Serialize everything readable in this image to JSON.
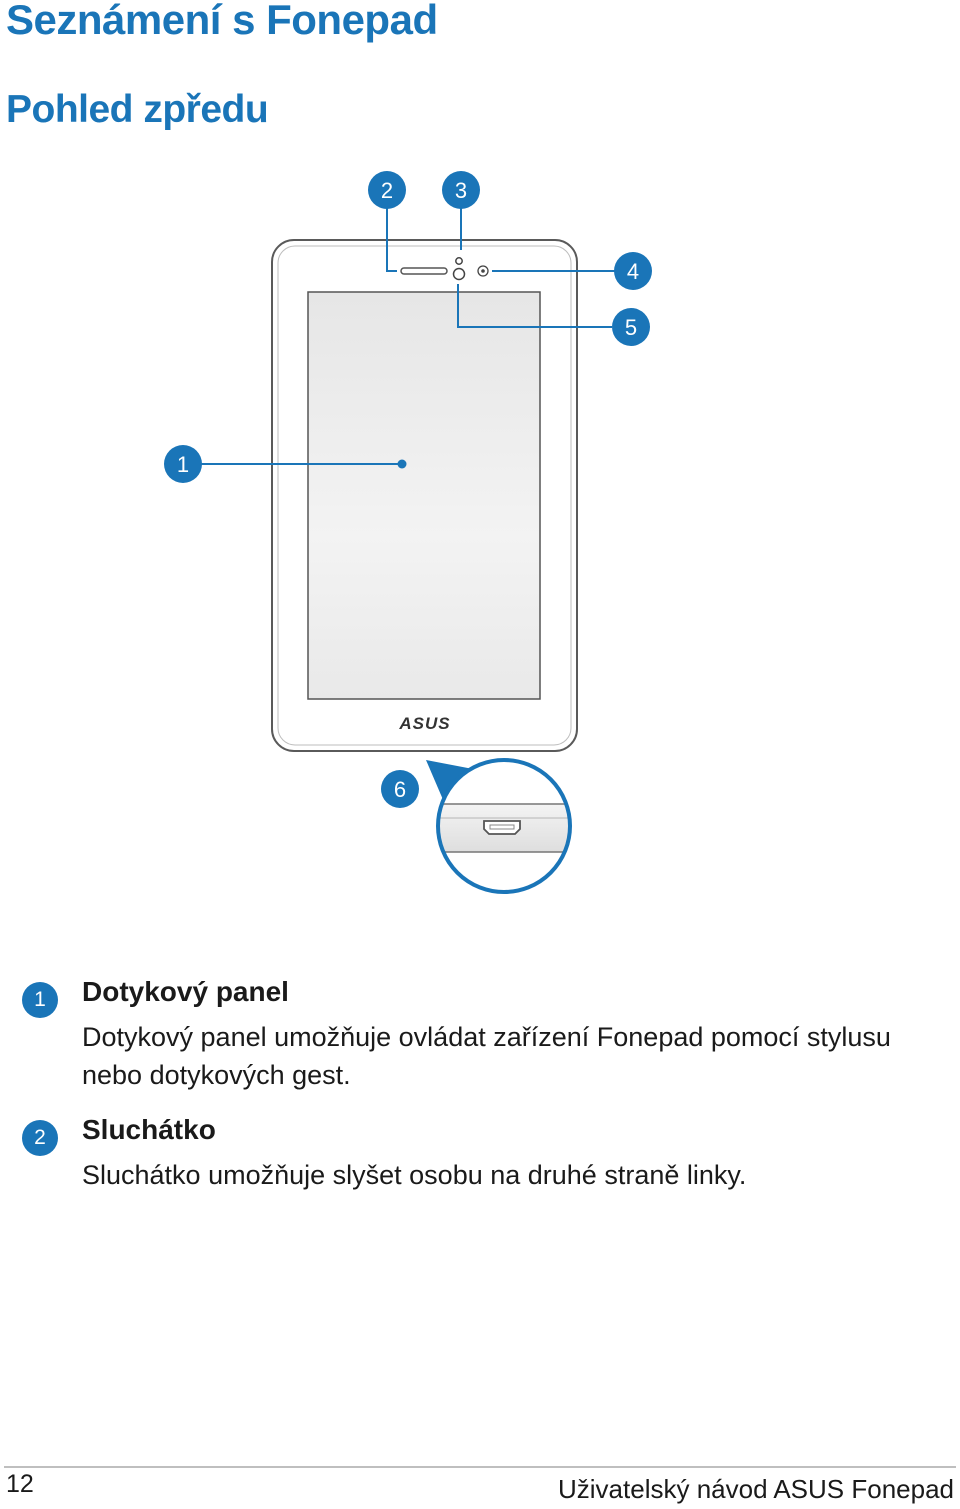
{
  "page": {
    "title": "Seznámení s Fonepad",
    "subtitle": "Pohled zpředu"
  },
  "diagram": {
    "callouts": [
      {
        "label": "1"
      },
      {
        "label": "2"
      },
      {
        "label": "3"
      },
      {
        "label": "4"
      },
      {
        "label": "5"
      },
      {
        "label": "6"
      }
    ],
    "logo_text": "ASUS"
  },
  "descriptions": [
    {
      "badge": "1",
      "heading": "Dotykový panel",
      "body": "Dotykový panel umožňuje ovládat zařízení Fonepad pomocí stylusu nebo dotykových gest."
    },
    {
      "badge": "2",
      "heading": "Sluchátko",
      "body": "Sluchátko umožňuje slyšet osobu na druhé straně linky."
    }
  ],
  "footer": {
    "page_number": "12",
    "document_title": "Uživatelský návod ASUS Fonepad"
  },
  "colors": {
    "accent": "#1a75b8",
    "text": "#1a1a1a",
    "device_outline": "#5a5a5a",
    "screen_fill": "#ececec"
  }
}
